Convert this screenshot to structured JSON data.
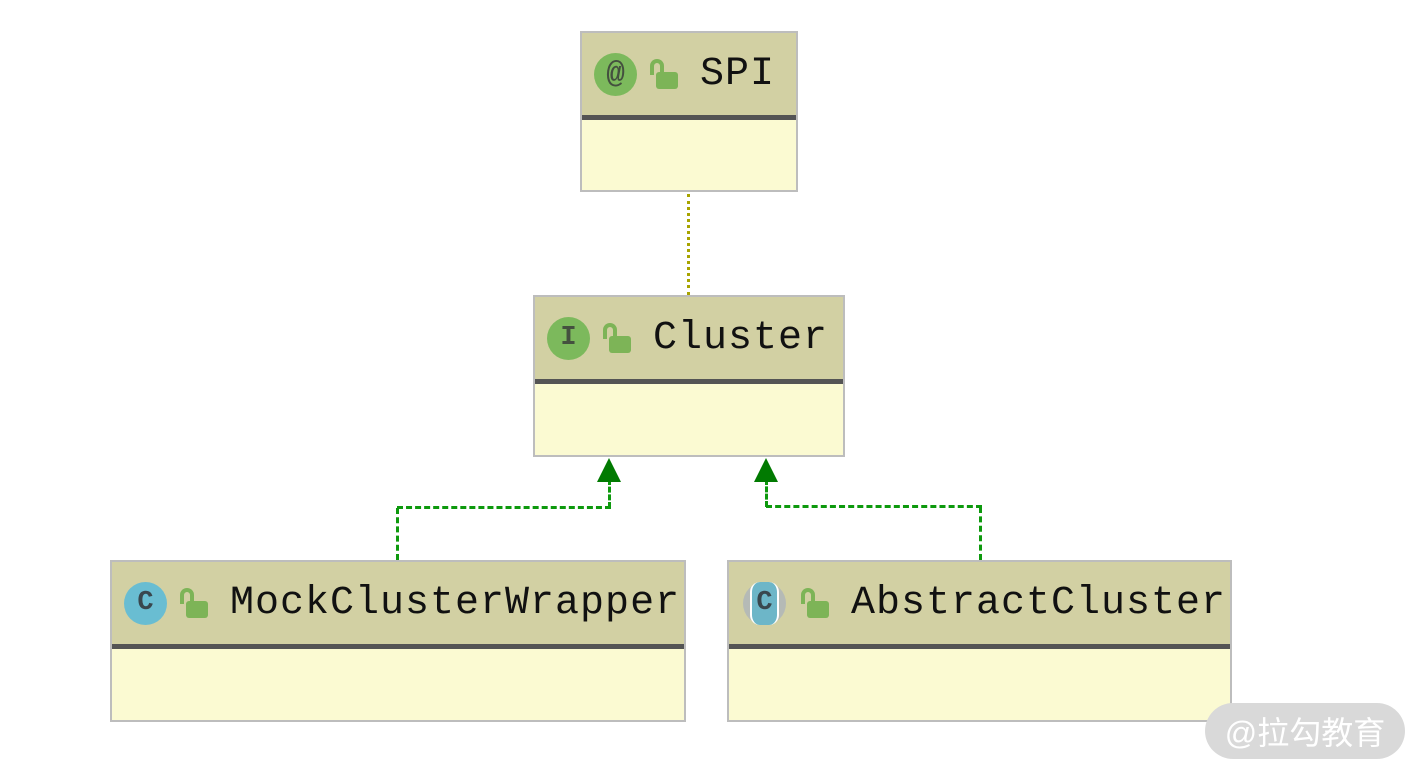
{
  "diagram": {
    "type": "uml-class-diagram",
    "nodes": [
      {
        "id": "SPI",
        "label": "SPI",
        "stereotype": "annotation",
        "icon": "annotation-icon",
        "icon_letter": "@",
        "visibility": "public"
      },
      {
        "id": "Cluster",
        "label": "Cluster",
        "stereotype": "interface",
        "icon": "interface-icon",
        "icon_letter": "I",
        "visibility": "public"
      },
      {
        "id": "MockClusterWrapper",
        "label": "MockClusterWrapper",
        "stereotype": "class",
        "icon": "class-icon",
        "icon_letter": "C",
        "visibility": "public"
      },
      {
        "id": "AbstractCluster",
        "label": "AbstractCluster",
        "stereotype": "abstract-class",
        "icon": "abstract-class-icon",
        "icon_letter": "C",
        "visibility": "public"
      }
    ],
    "edges": [
      {
        "from": "Cluster",
        "to": "SPI",
        "relation": "annotated-with",
        "line": "dotted",
        "color": "#a8a400",
        "arrow": "none"
      },
      {
        "from": "MockClusterWrapper",
        "to": "Cluster",
        "relation": "implements",
        "line": "dashed",
        "color": "#0d990d",
        "arrow": "solid-triangle-up"
      },
      {
        "from": "AbstractCluster",
        "to": "Cluster",
        "relation": "implements",
        "line": "dashed",
        "color": "#0d990d",
        "arrow": "solid-triangle-up"
      }
    ],
    "colors": {
      "node_header_bg": "#d2d0a3",
      "node_body_bg": "#fbfad2",
      "node_border": "#bdbdbd",
      "separator": "#545454",
      "annotation_circle": "#7cb95c",
      "interface_circle": "#7cb95c",
      "class_circle": "#69bdd2",
      "abstract_band": "#6db6c8",
      "abstract_arc": "#b5bab6",
      "lock_green": "#7db457",
      "edge_green": "#0d990d",
      "edge_olive": "#a8a400",
      "arrow_fill": "#017a01",
      "label_color": "#111111"
    }
  },
  "watermark": {
    "text": "@拉勾教育",
    "bg": "#d9d9d9",
    "text_color": "#ffffff"
  }
}
